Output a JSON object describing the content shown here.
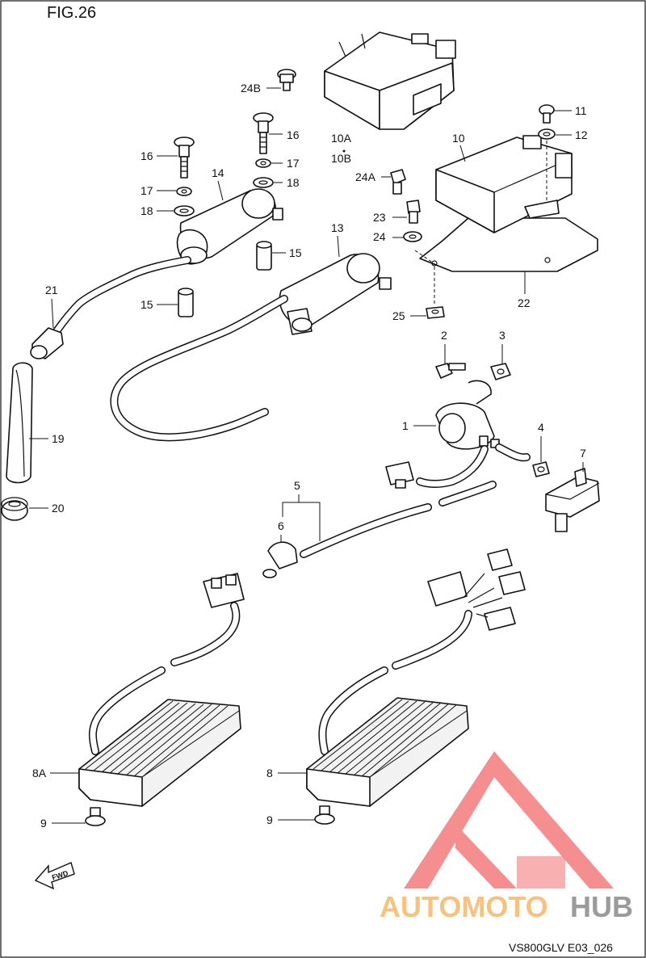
{
  "figure_title": "FIG.26",
  "footer_code": "VS800GLV E03_026",
  "watermark": {
    "text_part1": "AUTOMOTO",
    "text_part2": "HUB",
    "color_primary": "#f47c7c",
    "color_secondary": "#f6b76a",
    "color_dark": "#8a8a8a"
  },
  "fwd_label": "FWD",
  "callouts": {
    "c24b": "24B",
    "c16a": "16",
    "c16b": "16",
    "c17a": "17",
    "c17b": "17",
    "c18a": "18",
    "c18b": "18",
    "c14": "14",
    "c10a": "10A",
    "c10b": "10B",
    "c11": "11",
    "c12": "12",
    "c10": "10",
    "c24a": "24A",
    "c23": "23",
    "c24": "24",
    "c13": "13",
    "c15a": "15",
    "c15b": "15",
    "c21": "21",
    "c22": "22",
    "c25": "25",
    "c2": "2",
    "c3": "3",
    "c1": "1",
    "c4": "4",
    "c7": "7",
    "c19": "19",
    "c20": "20",
    "c5": "5",
    "c6": "6",
    "c8a": "8A",
    "c8": "8",
    "c9a": "9",
    "c9b": "9"
  }
}
